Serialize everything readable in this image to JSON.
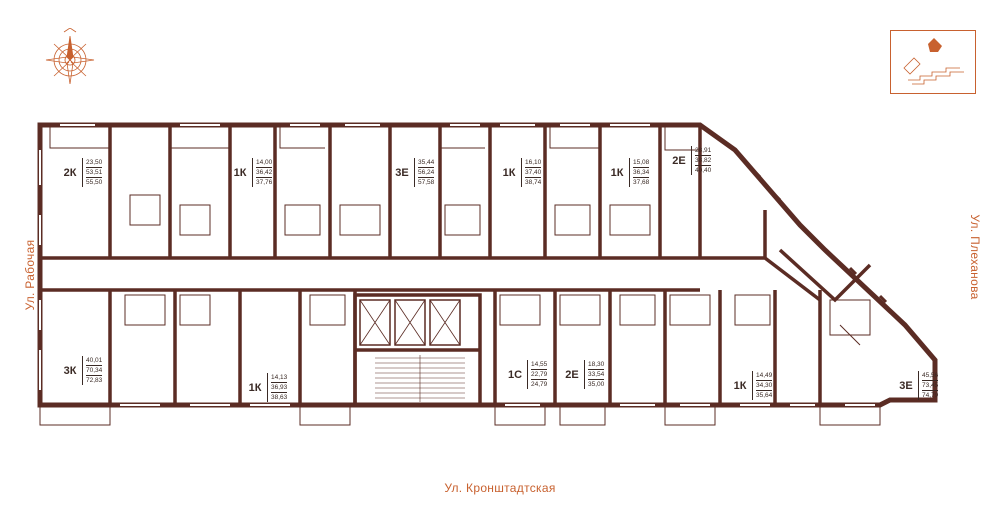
{
  "streets": {
    "left": "Ул. Рабочая",
    "right": "Ул. Плеханова",
    "bottom": "Ул. Кронштадтская"
  },
  "icons": {
    "compass": "compass-rose-icon",
    "key_plan": "building-key-plan-icon"
  },
  "colors": {
    "wall": "#5b2c24",
    "accent": "#c8612f",
    "text": "#3a2a25"
  },
  "apartments": [
    {
      "type": "2К",
      "areas": [
        "23,50",
        "53,51",
        "55,50"
      ]
    },
    {
      "type": "1К",
      "areas": [
        "14,00",
        "36,42",
        "37,76"
      ]
    },
    {
      "type": "3Е",
      "areas": [
        "35,44",
        "56,24",
        "57,58"
      ]
    },
    {
      "type": "1К",
      "areas": [
        "16,10",
        "37,40",
        "38,74"
      ]
    },
    {
      "type": "1К",
      "areas": [
        "15,08",
        "36,34",
        "37,68"
      ]
    },
    {
      "type": "2Е",
      "areas": [
        "28,91",
        "38,82",
        "40,40"
      ]
    },
    {
      "type": "3К",
      "areas": [
        "40,01",
        "70,34",
        "72,83"
      ]
    },
    {
      "type": "1К",
      "areas": [
        "14,13",
        "36,93",
        "38,63"
      ]
    },
    {
      "type": "1С",
      "areas": [
        "14,55",
        "22,79",
        "24,79"
      ]
    },
    {
      "type": "2Е",
      "areas": [
        "18,30",
        "33,54",
        "35,00"
      ]
    },
    {
      "type": "1К",
      "areas": [
        "14,49",
        "34,30",
        "35,64"
      ]
    },
    {
      "type": "3Е",
      "areas": [
        "45,56",
        "73,45",
        "74,79"
      ]
    }
  ]
}
